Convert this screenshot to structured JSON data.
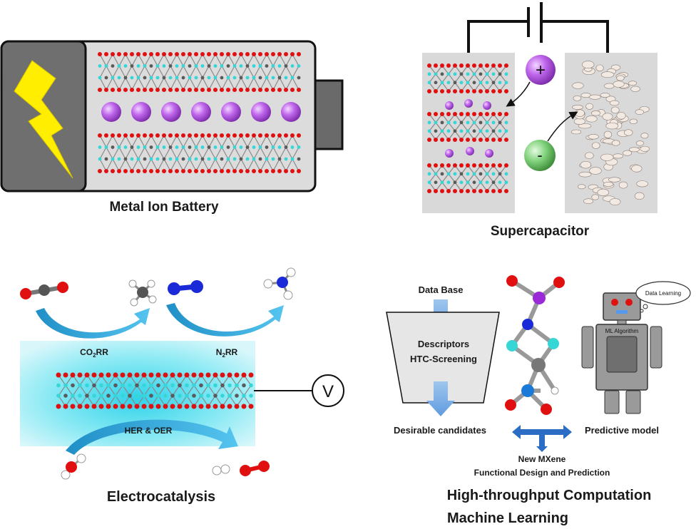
{
  "battery": {
    "title": "Metal Ion Battery"
  },
  "supercapacitor": {
    "title": "Supercapacitor",
    "plus_sign": "+",
    "minus_sign": "-"
  },
  "electrocatalysis": {
    "title": "Electrocatalysis",
    "co2rr_main": "CO",
    "co2rr_sub": "2",
    "co2rr_tail": "RR",
    "n2rr_main": "N",
    "n2rr_sub": "2",
    "n2rr_tail": "RR",
    "her_oer": "HER & OER",
    "voltmeter": "V"
  },
  "ml": {
    "database": "Data Base",
    "descriptors": "Descriptors",
    "htc": "HTC-Screening",
    "candidates": "Desirable candidates",
    "predictive": "Predictive model",
    "new_mxene": "New MXene",
    "functional": "Functional Design and Prediction",
    "robot_label": "ML Algorithm",
    "bubble": "Data Learning",
    "title_line1": "High-throughput Computation",
    "title_line2": "Machine Learning"
  },
  "colors": {
    "carbon": "#5a5a5a",
    "oxygen": "#e01010",
    "metal": "#36d6d6",
    "ion": "#b04fe0",
    "arrow": "#2aa3d8",
    "panel": "#dedede",
    "lightning": "#ffee00",
    "glow": "#7fe9f5"
  }
}
